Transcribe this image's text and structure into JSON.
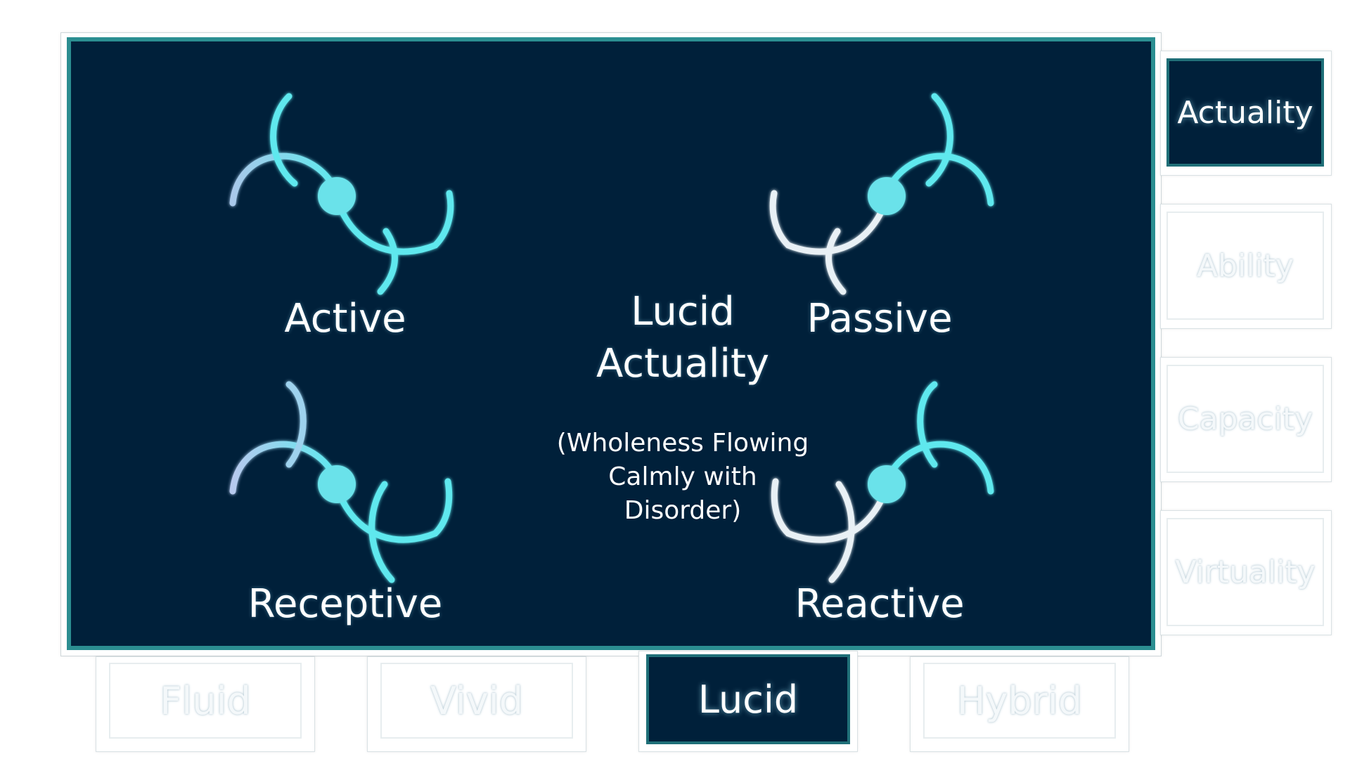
{
  "panel": {
    "title_line1": "Lucid",
    "title_line2": "Actuality",
    "subtitle_line1": "(Wholeness Flowing",
    "subtitle_line2": "Calmly with",
    "subtitle_line3": "Disorder)",
    "labels": {
      "active": "Active",
      "passive": "Passive",
      "receptive": "Receptive",
      "reactive": "Reactive"
    }
  },
  "side_tabs": [
    {
      "label": "Actuality",
      "selected": true
    },
    {
      "label": "Ability",
      "selected": false
    },
    {
      "label": "Capacity",
      "selected": false
    },
    {
      "label": "Virtuality",
      "selected": false
    }
  ],
  "bottom_tabs": [
    {
      "label": "Fluid",
      "selected": false
    },
    {
      "label": "Vivid",
      "selected": false
    },
    {
      "label": "Lucid",
      "selected": true
    },
    {
      "label": "Hybrid",
      "selected": false
    }
  ],
  "colors": {
    "panel_bg": "#00203a",
    "panel_border": "#2b8e91",
    "glyph_cyan": "#5ee8ee",
    "glyph_white": "#e8f0f5"
  },
  "icons": [
    "active-glyph-icon",
    "passive-glyph-icon",
    "receptive-glyph-icon",
    "reactive-glyph-icon"
  ]
}
